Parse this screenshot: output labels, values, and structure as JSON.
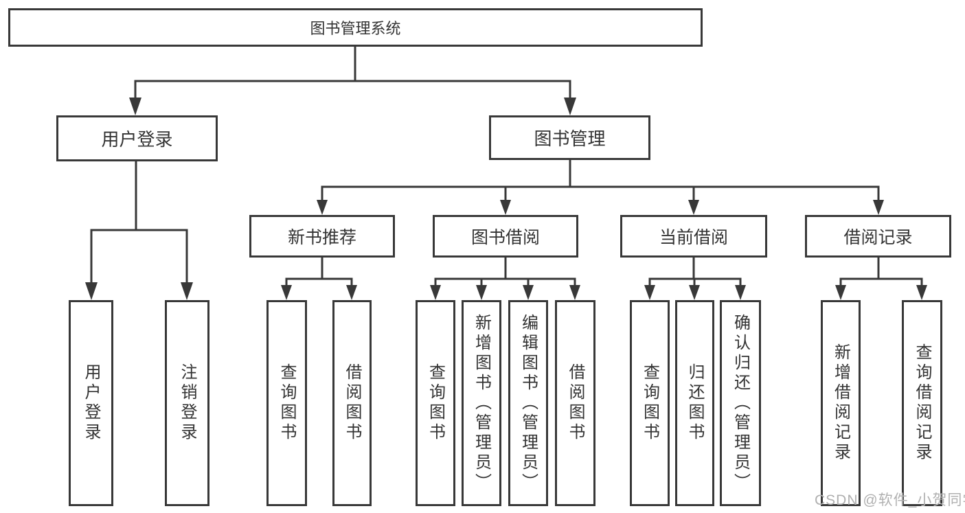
{
  "diagram": {
    "title": "图书管理系统",
    "root": {
      "label": "图书管理系统"
    },
    "level2": [
      {
        "label": "用户登录"
      },
      {
        "label": "图书管理"
      }
    ],
    "level3": [
      {
        "label": "新书推荐"
      },
      {
        "label": "图书借阅"
      },
      {
        "label": "当前借阅"
      },
      {
        "label": "借阅记录"
      }
    ],
    "leaves": [
      {
        "label": "用户登录",
        "parent": "用户登录"
      },
      {
        "label": "注销登录",
        "parent": "用户登录"
      },
      {
        "label": "查询图书",
        "parent": "新书推荐"
      },
      {
        "label": "借阅图书",
        "parent": "新书推荐"
      },
      {
        "label": "查询图书",
        "parent": "图书借阅"
      },
      {
        "label": "新增图书（管理员）",
        "parent": "图书借阅"
      },
      {
        "label": "编辑图书（管理员）",
        "parent": "图书借阅"
      },
      {
        "label": "借阅图书",
        "parent": "图书借阅"
      },
      {
        "label": "查询图书",
        "parent": "当前借阅"
      },
      {
        "label": "归还图书",
        "parent": "当前借阅"
      },
      {
        "label": "确认归还（管理员）",
        "parent": "当前借阅"
      },
      {
        "label": "新增借阅记录",
        "parent": "借阅记录"
      },
      {
        "label": "查询借阅记录",
        "parent": "借阅记录"
      }
    ],
    "watermark": "CSDN @软件_小贺同学",
    "colors": {
      "line": "#383838",
      "text": "#333333",
      "watermark": "#b0b0b0",
      "background": "#ffffff"
    }
  }
}
